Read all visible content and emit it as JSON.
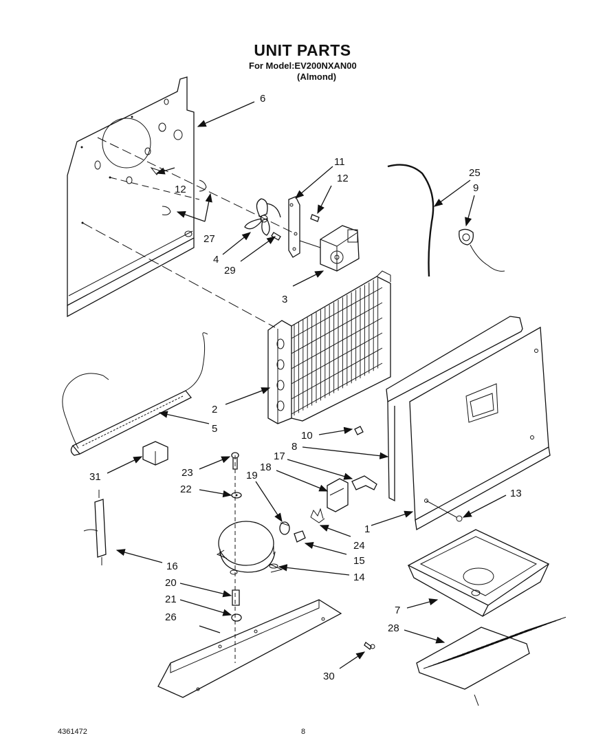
{
  "header": {
    "title": "UNIT PARTS",
    "model_line": "For Model:EV200NXAN00",
    "variant": "(Almond)"
  },
  "footer": {
    "document_number": "4361472",
    "page_number": "8"
  },
  "callouts": [
    {
      "id": "callout-6",
      "text": "6"
    },
    {
      "id": "callout-11",
      "text": "11"
    },
    {
      "id": "callout-12a",
      "text": "12"
    },
    {
      "id": "callout-12b",
      "text": "12"
    },
    {
      "id": "callout-25",
      "text": "25"
    },
    {
      "id": "callout-9",
      "text": "9"
    },
    {
      "id": "callout-27",
      "text": "27"
    },
    {
      "id": "callout-4",
      "text": "4"
    },
    {
      "id": "callout-29",
      "text": "29"
    },
    {
      "id": "callout-3",
      "text": "3"
    },
    {
      "id": "callout-2",
      "text": "2"
    },
    {
      "id": "callout-5",
      "text": "5"
    },
    {
      "id": "callout-10",
      "text": "10"
    },
    {
      "id": "callout-8",
      "text": "8"
    },
    {
      "id": "callout-17",
      "text": "17"
    },
    {
      "id": "callout-18",
      "text": "18"
    },
    {
      "id": "callout-19",
      "text": "19"
    },
    {
      "id": "callout-23",
      "text": "23"
    },
    {
      "id": "callout-31",
      "text": "31"
    },
    {
      "id": "callout-22",
      "text": "22"
    },
    {
      "id": "callout-13",
      "text": "13"
    },
    {
      "id": "callout-1",
      "text": "1"
    },
    {
      "id": "callout-24",
      "text": "24"
    },
    {
      "id": "callout-15",
      "text": "15"
    },
    {
      "id": "callout-14",
      "text": "14"
    },
    {
      "id": "callout-16",
      "text": "16"
    },
    {
      "id": "callout-20",
      "text": "20"
    },
    {
      "id": "callout-21",
      "text": "21"
    },
    {
      "id": "callout-26",
      "text": "26"
    },
    {
      "id": "callout-7",
      "text": "7"
    },
    {
      "id": "callout-28",
      "text": "28"
    },
    {
      "id": "callout-30",
      "text": "30"
    }
  ]
}
